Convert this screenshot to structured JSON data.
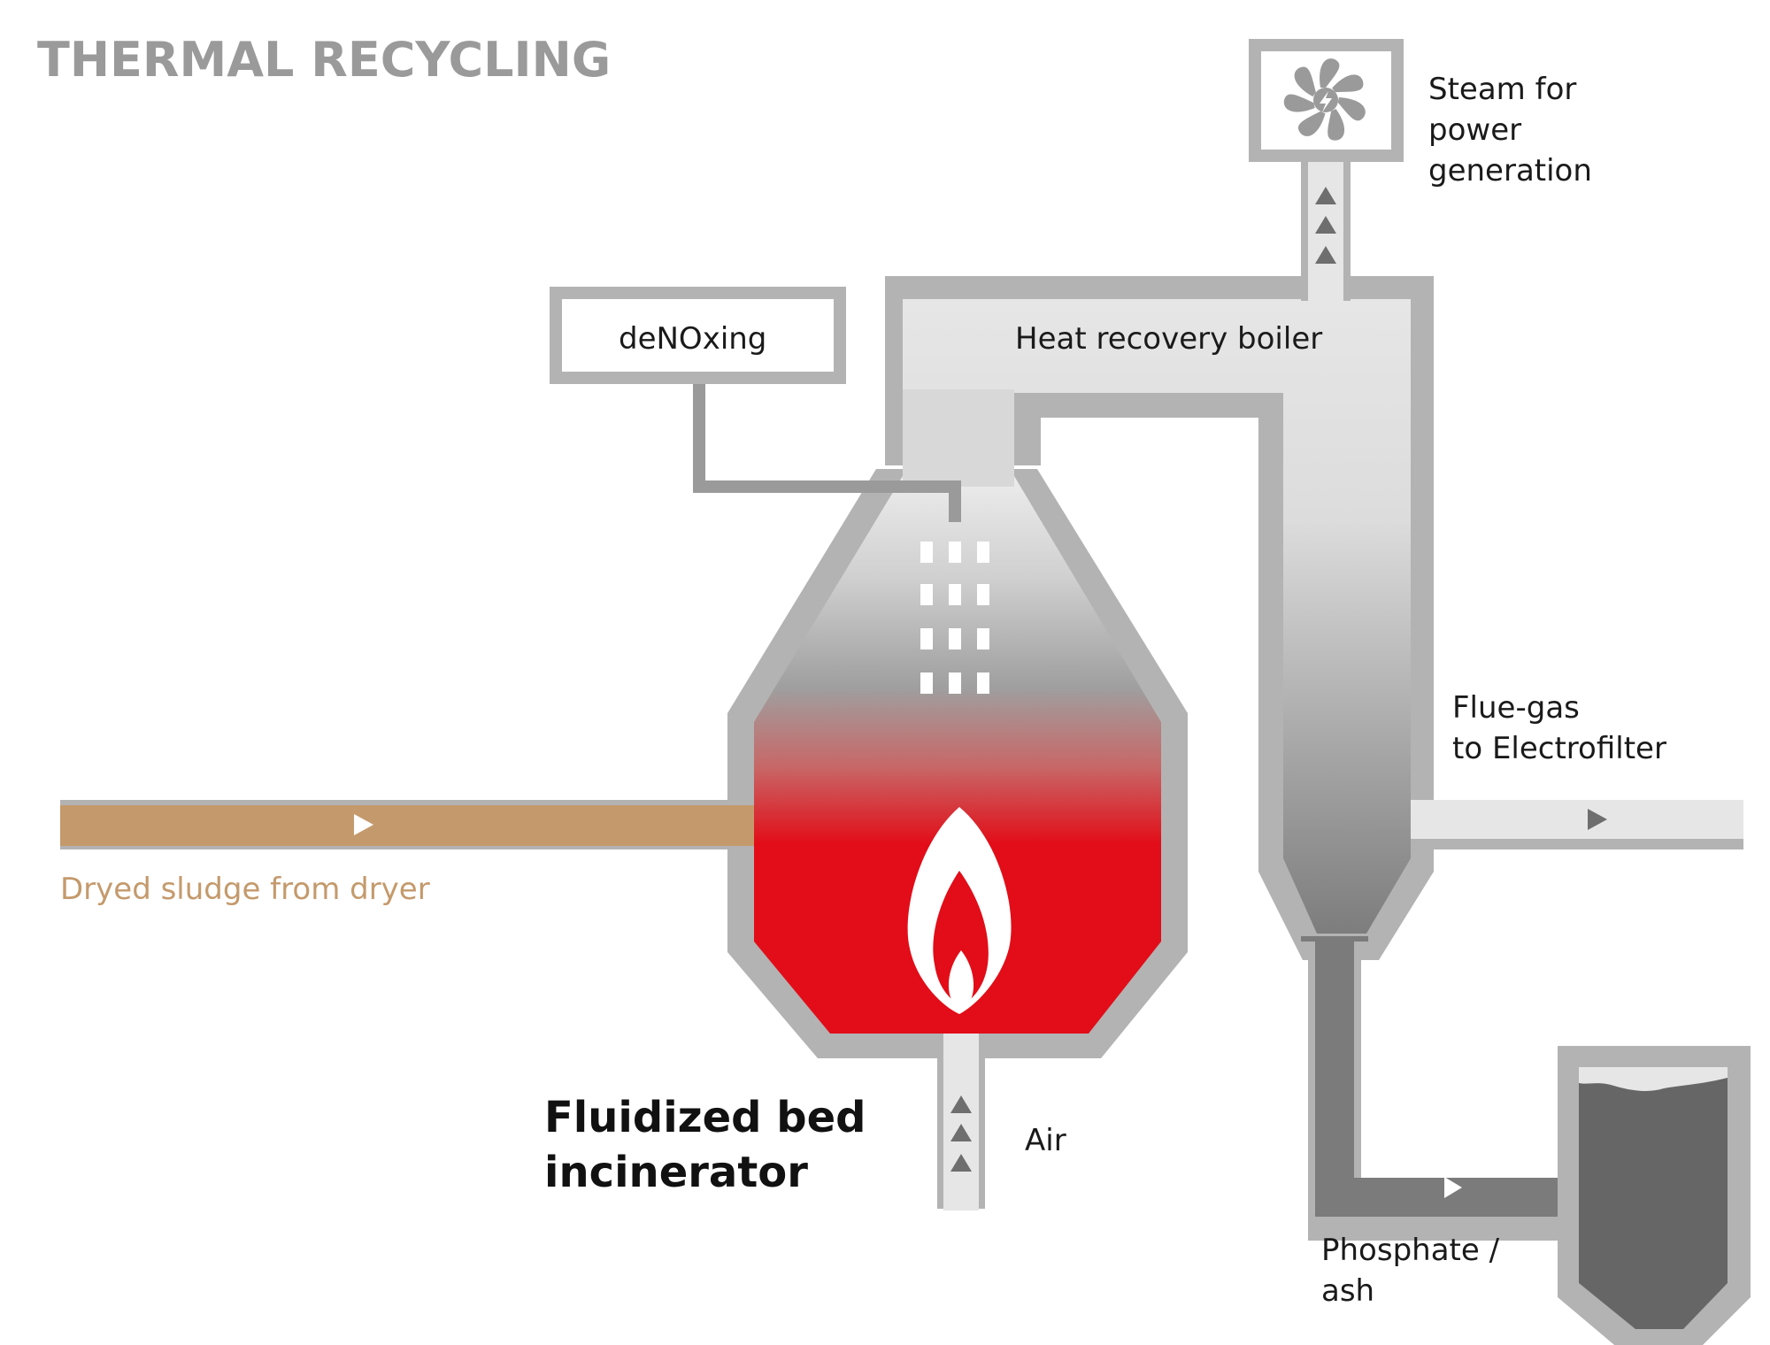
{
  "title": "THERMAL RECYCLING",
  "labels": {
    "steam_line1": "Steam for",
    "steam_line2": "power",
    "steam_line3": "generation",
    "denoxing": "deNOxing",
    "heat_recovery_boiler": "Heat recovery boiler",
    "flue_gas_line1": "Flue-gas",
    "flue_gas_line2": "to Electrofilter",
    "dryed_sludge": "Dryed sludge from dryer",
    "incinerator_line1": "Fluidized bed",
    "incinerator_line2": "incinerator",
    "air": "Air",
    "phosphate_line1": "Phosphate /",
    "phosphate_line2": "ash"
  },
  "colors": {
    "wall_gray": "#b3b3b3",
    "dark_gray": "#7b7b7b",
    "light_gray": "#e6e6e6",
    "fire_red": "#e20d18",
    "sludge_brown": "#c49a6c",
    "title_gray": "#9a9a9a",
    "ash_dark": "#666666"
  },
  "icons": [
    "turbine-icon",
    "flame-icon",
    "flow-arrow-icon"
  ]
}
